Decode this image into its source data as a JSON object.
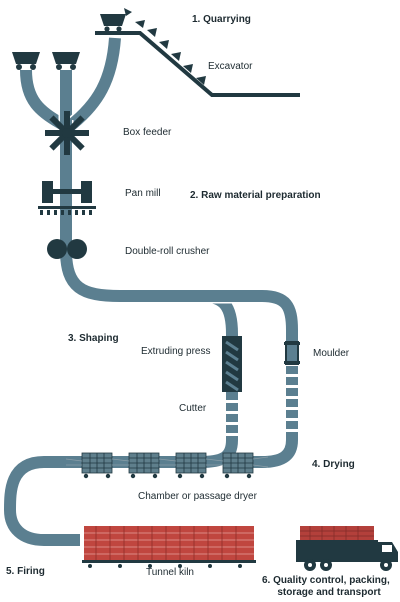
{
  "colors": {
    "pipe": "#5b7f90",
    "pipe_outline": "#ffffff",
    "machine": "#213941",
    "brick_kiln": "#c0463f",
    "brick_truck": "#b3403b",
    "text": "#1d2a30"
  },
  "steps": {
    "quarrying": "1. Quarrying",
    "raw_material": "2. Raw material preparation",
    "shaping": "3. Shaping",
    "drying": "4. Drying",
    "firing": "5. Firing",
    "quality_line1": "6. Quality control, packing,",
    "quality_line2": "storage and transport"
  },
  "components": {
    "excavator": "Excavator",
    "box_feeder": "Box feeder",
    "pan_mill": "Pan mill",
    "double_roll_crusher": "Double-roll crusher",
    "extruding_press": "Extruding press",
    "moulder": "Moulder",
    "cutter": "Cutter",
    "chamber_dryer": "Chamber or passage dryer",
    "tunnel_kiln": "Tunnel kiln"
  },
  "icons": [
    "mine-cart-icon",
    "excavator-conveyor-icon",
    "box-feeder-icon",
    "pan-mill-icon",
    "double-roll-crusher-icon",
    "extruding-press-icon",
    "moulder-icon",
    "brick-stack-icon",
    "tunnel-kiln-icon",
    "truck-icon"
  ]
}
